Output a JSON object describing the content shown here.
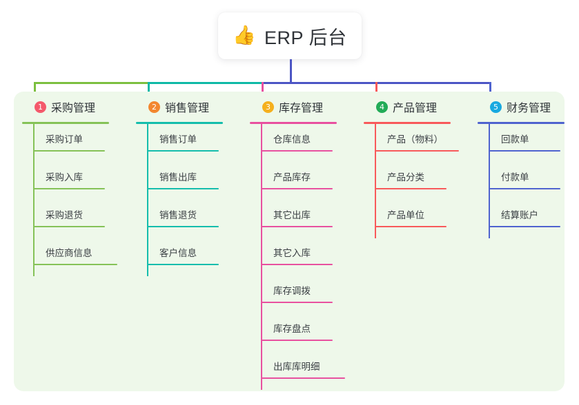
{
  "root": {
    "icon": "thumbs-up-icon",
    "emoji": "👍",
    "title": "ERP 后台"
  },
  "theme": {
    "panel_bg": "#eef8ea",
    "page_bg": "#ffffff",
    "text": "#2f3338",
    "leaf_text": "#3b3f44",
    "trunk": "#4c55c4"
  },
  "columns": [
    {
      "number": "1",
      "title": "采购管理",
      "badge_color": "#f4596b",
      "line_color": "#85c257",
      "branch_color": "#7cbf3f",
      "items": [
        "采购订单",
        "采购入库",
        "采购退货",
        "供应商信息"
      ]
    },
    {
      "number": "2",
      "title": "销售管理",
      "badge_color": "#f2872f",
      "line_color": "#14bdac",
      "branch_color": "#0fb9a6",
      "items": [
        "销售订单",
        "销售出库",
        "销售退货",
        "客户信息"
      ]
    },
    {
      "number": "3",
      "title": "库存管理",
      "badge_color": "#f5b01e",
      "line_color": "#e8509f",
      "branch_color": "#e8509f",
      "items": [
        "仓库信息",
        "产品库存",
        "其它出库",
        "其它入库",
        "库存调拨",
        "库存盘点",
        "出库库明细"
      ]
    },
    {
      "number": "4",
      "title": "产品管理",
      "badge_color": "#22ab57",
      "line_color": "#f8595a",
      "branch_color": "#f8595a",
      "items": [
        "产品（物料）",
        "产品分类",
        "产品单位"
      ]
    },
    {
      "number": "5",
      "title": "财务管理",
      "badge_color": "#18a9e0",
      "line_color": "#4f63cf",
      "branch_color": "#4f63cf",
      "items": [
        "回款单",
        "付款单",
        "结算账户"
      ]
    }
  ]
}
